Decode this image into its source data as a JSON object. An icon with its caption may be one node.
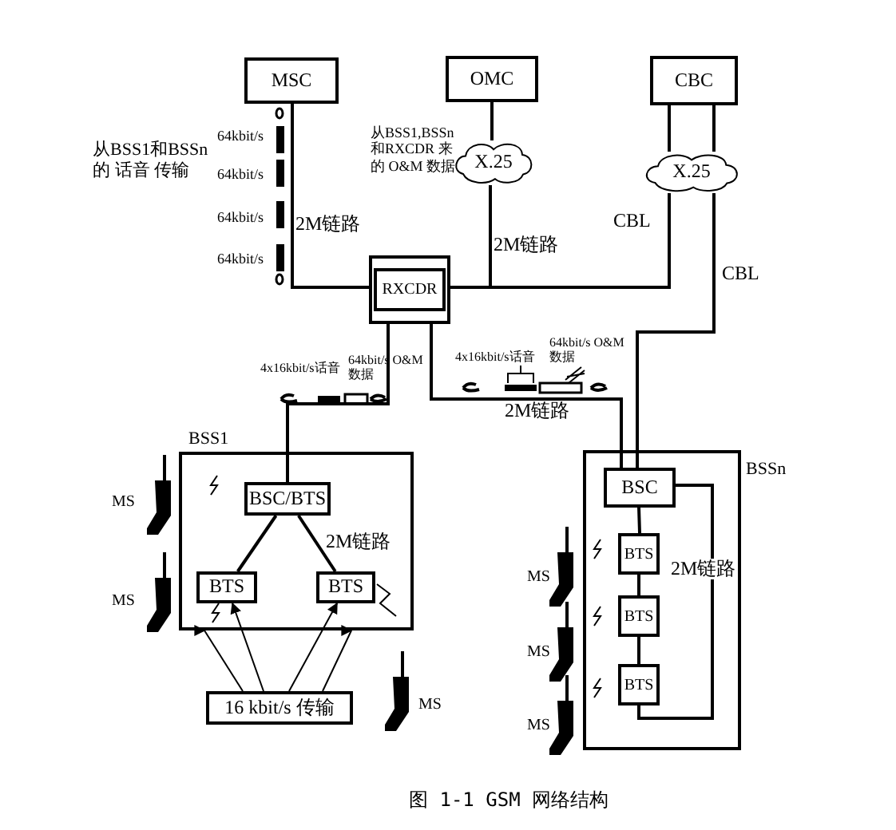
{
  "diagram": {
    "caption": "图 1-1  GSM 网络结构",
    "nodes": [
      {
        "text": [
          "MSC"
        ]
      },
      {
        "text": [
          "OMC"
        ]
      },
      {
        "text": [
          "CBC"
        ]
      },
      {
        "text": [
          "X.25"
        ]
      },
      {
        "text": [
          "X.25"
        ]
      },
      {
        "text": [
          "RXCDR"
        ]
      },
      {
        "text": [
          "BSS1"
        ]
      },
      {
        "text": [
          "BSC/BTS"
        ],
        "in": 6
      },
      {
        "text": [
          "BTS"
        ],
        "in": 6
      },
      {
        "text": [
          "BTS"
        ],
        "in": 6
      },
      {
        "text": [
          "16 kbit/s 传输"
        ]
      },
      {
        "text": [
          "BSSn"
        ]
      },
      {
        "text": [
          "BSC"
        ],
        "in": 11
      },
      {
        "text": [
          "BTS"
        ],
        "in": 11
      },
      {
        "text": [
          "BTS"
        ],
        "in": 11
      },
      {
        "text": [
          "BTS"
        ],
        "in": 11
      }
    ],
    "edges": [
      {
        "from": 0,
        "to": 5,
        "arrow": "none"
      },
      {
        "from": 1,
        "to": 3,
        "arrow": "none"
      },
      {
        "from": 3,
        "to": 5,
        "label": "2M链路",
        "arrow": "none"
      },
      {
        "from": 2,
        "to": 4,
        "arrow": "none"
      },
      {
        "from": 2,
        "to": 4,
        "arrow": "none"
      },
      {
        "from": 4,
        "to": 5,
        "label": "CBL",
        "arrow": "none"
      },
      {
        "from": 4,
        "to": 12,
        "label": "CBL",
        "arrow": "none"
      },
      {
        "from": 5,
        "to": 12,
        "label": "2M链路",
        "arrow": "none"
      },
      {
        "from": 5,
        "to": 7,
        "arrow": "none"
      },
      {
        "from": 7,
        "to": 8,
        "arrow": "none"
      },
      {
        "from": 7,
        "to": 9,
        "label": "2M链路",
        "arrow": "none"
      },
      {
        "from": 12,
        "to": 13,
        "arrow": "none"
      },
      {
        "from": 13,
        "to": 14,
        "arrow": "none"
      },
      {
        "from": 14,
        "to": 15,
        "arrow": "none"
      },
      {
        "from": 15,
        "to": 12,
        "label": "2M链路",
        "arrow": "none"
      },
      {
        "from": 10,
        "to": 8,
        "arrow": "to"
      },
      {
        "from": 10,
        "to": 9,
        "arrow": "to"
      },
      {
        "from": 10,
        "to": 6,
        "arrow": "to"
      },
      {
        "from": 10,
        "to": 6,
        "arrow": "to"
      }
    ],
    "labels": [
      "从BSS1和BSSn 的 话音 传输",
      "64kbit/s",
      "64kbit/s",
      "64kbit/s",
      "64kbit/s",
      "2M链路",
      "从BSS1,BSSn 和RXCDR 来的 O&M 数据",
      "4x16kbit/s话音",
      "64kbit/s O&M 数据",
      "4x16kbit/s话音",
      "64kbit/s O&M 数据",
      "MS",
      "MS",
      "MS",
      "MS",
      "MS",
      "MS"
    ]
  }
}
